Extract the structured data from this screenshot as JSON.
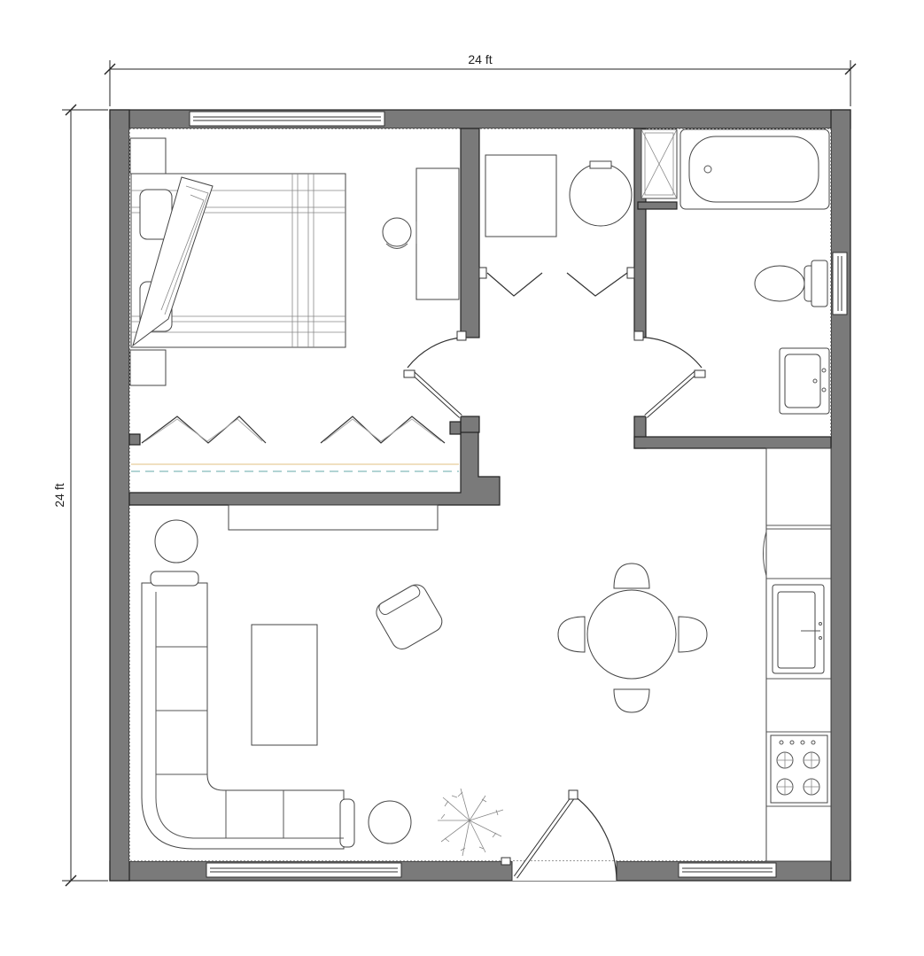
{
  "floorplan": {
    "dimension_width": "24 ft",
    "dimension_height": "24 ft",
    "wall_color": "#7a7a7a",
    "rooms": [
      "bedroom",
      "closet",
      "bathroom",
      "living-room",
      "kitchen",
      "dining-area"
    ],
    "fixtures": [
      "bed",
      "nightstand",
      "desk",
      "chair",
      "washer",
      "dryer",
      "shower",
      "bathtub",
      "toilet",
      "vanity-sink",
      "sectional-sofa",
      "coffee-table",
      "armchair",
      "side-table",
      "plant",
      "dining-table",
      "kitchen-sink",
      "stove",
      "tv-console"
    ]
  }
}
